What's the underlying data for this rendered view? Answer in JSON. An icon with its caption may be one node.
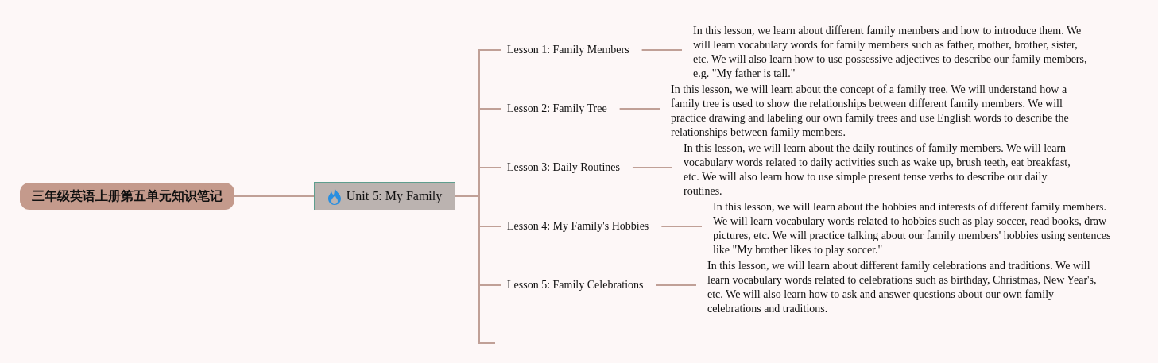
{
  "diagram": {
    "nodes": [
      {
        "text": [
          "三年级英语上册第五单元知识笔记"
        ]
      },
      {
        "text": [
          "Unit 5: My Family"
        ]
      },
      {
        "text": [
          "Lesson 1: Family Members"
        ]
      },
      {
        "text": [
          "Lesson 2: Family Tree"
        ]
      },
      {
        "text": [
          "Lesson 3: Daily Routines"
        ]
      },
      {
        "text": [
          "Lesson 4: My Family's Hobbies"
        ]
      },
      {
        "text": [
          "Lesson 5: Family Celebrations"
        ]
      },
      {
        "text": [
          "In this lesson, we learn about different family members and how to introduce them. We will learn vocabulary words for family members such as father, mother, brother, sister, etc. We will also learn how to use possessive adjectives to describe our family members, e.g. \"My father is tall.\""
        ]
      },
      {
        "text": [
          "In this lesson, we will learn about the concept of a family tree. We will understand how a family tree is used to show the relationships between different family members. We will practice drawing and labeling our own family trees and use English words to describe the relationships between family members."
        ]
      },
      {
        "text": [
          "In this lesson, we will learn about the daily routines of family members. We will learn vocabulary words related to daily activities such as wake up, brush teeth, eat breakfast, etc. We will also learn how to use simple present tense verbs to describe our daily routines."
        ]
      },
      {
        "text": [
          "In this lesson, we will learn about the hobbies and interests of different family members. We will learn vocabulary words related to hobbies such as play soccer, read books, draw pictures, etc. We will practice talking about our family members' hobbies using sentences like \"My brother likes to play soccer.\""
        ]
      },
      {
        "text": [
          "In this lesson, we will learn about different family celebrations and traditions. We will learn vocabulary words related to celebrations such as birthday, Christmas, New Year's, etc. We will also learn how to ask and answer questions about our own family celebrations and traditions."
        ]
      }
    ],
    "edges": [
      {
        "from": 0,
        "to": 1,
        "arrow": "none"
      },
      {
        "from": 1,
        "to": 2,
        "arrow": "none"
      },
      {
        "from": 1,
        "to": 3,
        "arrow": "none"
      },
      {
        "from": 1,
        "to": 4,
        "arrow": "none"
      },
      {
        "from": 1,
        "to": 5,
        "arrow": "none"
      },
      {
        "from": 1,
        "to": 6,
        "arrow": "none"
      },
      {
        "from": 1,
        "to": null,
        "arrow": "none"
      },
      {
        "from": 2,
        "to": 7,
        "arrow": "none"
      },
      {
        "from": 3,
        "to": 8,
        "arrow": "none"
      },
      {
        "from": 4,
        "to": 9,
        "arrow": "none"
      },
      {
        "from": 5,
        "to": 10,
        "arrow": "none"
      },
      {
        "from": 6,
        "to": 11,
        "arrow": "none"
      }
    ]
  }
}
